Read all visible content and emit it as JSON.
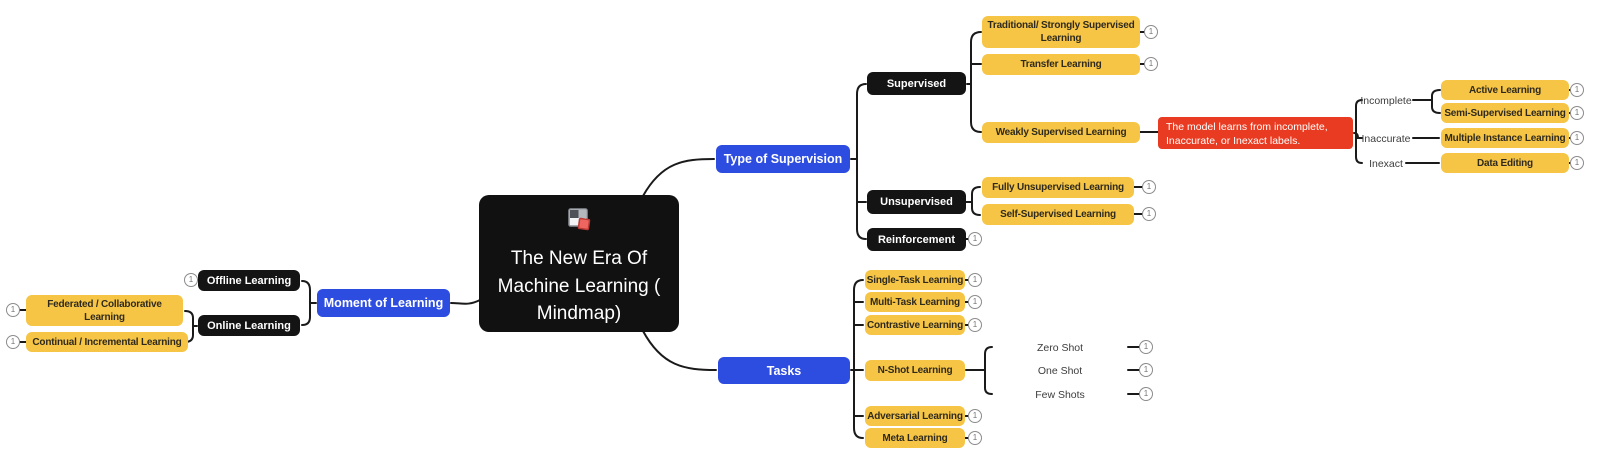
{
  "colors": {
    "background": "#ffffff",
    "branch_blue": "#2d4ce0",
    "node_black": "#141414",
    "node_yellow": "#f6c545",
    "note_red": "#e83b21",
    "connector": "#1a1a1a",
    "yellow_node_text": "#2f2a1d",
    "badge_border": "#8b8b8b"
  },
  "badge": {
    "value": "1"
  },
  "root": {
    "label": "The New Era Of Machine Learning ( Mindmap)",
    "icon": "broken-image-icon"
  },
  "nodes": {
    "type_of_supervision": {
      "label": "Type of Supervision"
    },
    "supervised": {
      "label": "Supervised"
    },
    "traditional_strongly": {
      "label": "Traditional/ Strongly Supervised Learning"
    },
    "transfer": {
      "label": "Transfer Learning"
    },
    "weakly_supervised": {
      "label": "Weakly Supervised Learning"
    },
    "weakly_note": {
      "label": "The model learns from incomplete, Inaccurate, or Inexact labels."
    },
    "incomplete": {
      "label": "Incomplete"
    },
    "active": {
      "label": "Active Learning"
    },
    "semi_supervised": {
      "label": "Semi-Supervised Learning"
    },
    "inaccurate": {
      "label": "Inaccurate"
    },
    "multiple_instance": {
      "label": "Multiple Instance Learning"
    },
    "inexact": {
      "label": "Inexact"
    },
    "data_editing": {
      "label": "Data Editing"
    },
    "unsupervised": {
      "label": "Unsupervised"
    },
    "fully_unsupervised": {
      "label": "Fully Unsupervised Learning"
    },
    "self_supervised": {
      "label": "Self-Supervised Learning"
    },
    "reinforcement": {
      "label": "Reinforcement"
    },
    "moment_of_learning": {
      "label": "Moment of Learning"
    },
    "offline": {
      "label": "Offline Learning"
    },
    "online": {
      "label": "Online Learning"
    },
    "federated": {
      "label": "Federated / Collaborative Learning"
    },
    "continual": {
      "label": "Continual / Incremental Learning"
    },
    "tasks": {
      "label": "Tasks"
    },
    "single_task": {
      "label": "Single-Task Learning"
    },
    "multi_task": {
      "label": "Multi-Task Learning"
    },
    "contrastive": {
      "label": "Contrastive Learning"
    },
    "n_shot": {
      "label": "N-Shot Learning"
    },
    "zero_shot": {
      "label": "Zero Shot"
    },
    "one_shot": {
      "label": "One Shot"
    },
    "few_shots": {
      "label": "Few Shots"
    },
    "adversarial": {
      "label": "Adversarial Learning"
    },
    "meta": {
      "label": "Meta Learning"
    }
  },
  "structure": {
    "root": {
      "type_of_supervision": {
        "supervised": {
          "traditional_strongly": {},
          "transfer": {},
          "weakly_supervised": {
            "weakly_note": {
              "incomplete": {
                "active": {},
                "semi_supervised": {}
              },
              "inaccurate": {
                "multiple_instance": {}
              },
              "inexact": {
                "data_editing": {}
              }
            }
          }
        },
        "unsupervised": {
          "fully_unsupervised": {},
          "self_supervised": {}
        },
        "reinforcement": {}
      },
      "moment_of_learning": {
        "offline": {},
        "online": {
          "federated": {},
          "continual": {}
        }
      },
      "tasks": {
        "single_task": {},
        "multi_task": {},
        "contrastive": {},
        "n_shot": {
          "zero_shot": {},
          "one_shot": {},
          "few_shots": {}
        },
        "adversarial": {},
        "meta": {}
      }
    }
  }
}
